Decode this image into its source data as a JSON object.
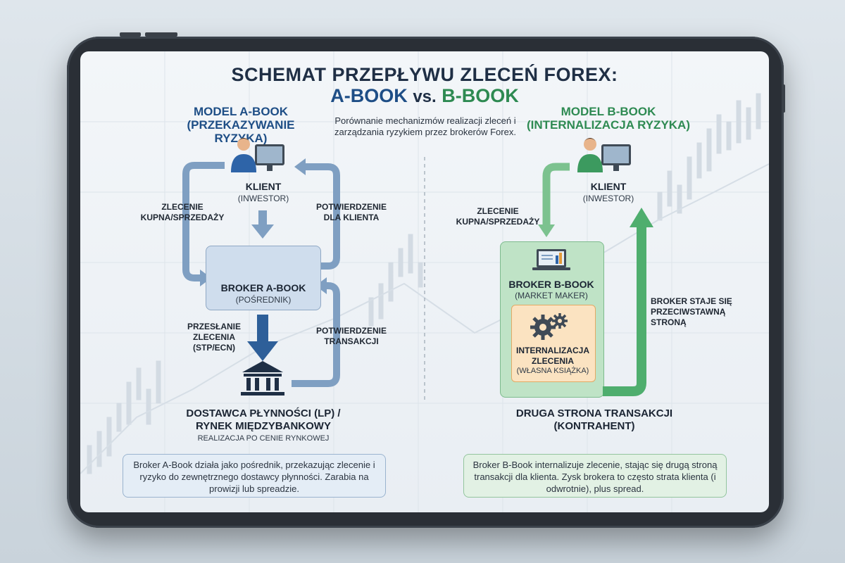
{
  "title": {
    "line1": "SCHEMAT PRZEPŁYWU ZLECEŃ FOREX:",
    "line2_a": "A-BOOK",
    "line2_vs": "vs.",
    "line2_b": "B-BOOK"
  },
  "subtitle": "Porównanie mechanizmów realizacji zleceń i zarządzania ryzykiem przez brokerów Forex.",
  "model_a": {
    "header": "MODEL A-BOOK",
    "header_sub": "(PRZEKAZYWANIE RYZYKA)",
    "client_title": "KLIENT",
    "client_sub": "(INWESTOR)",
    "label_order": "ZLECENIE KUPNA/SPRZEDAŻY",
    "label_confirm_client": "POTWIERDZENIE DLA KLIENTA",
    "broker_title": "BROKER A-BOOK",
    "broker_sub": "(POŚREDNIK)",
    "label_forward": "PRZESŁANIE ZLECENIA (STP/ECN)",
    "label_confirm_tx": "POTWIERDZENIE TRANSAKCJI",
    "lp_title_1": "DOSTAWCA PŁYNNOŚCI (LP) /",
    "lp_title_2": "RYNEK MIĘDZYBANKOWY",
    "lp_sub": "REALIZACJA PO CENIE RYNKOWEJ",
    "info": "Broker A-Book działa jako pośrednik, przekazując zlecenie i ryzyko do zewnętrznego dostawcy płynności. Zarabia na prowizji lub spreadzie.",
    "colors": {
      "accent": "#1e4e86",
      "box": "#cfdded",
      "arrow": "#7f9fc2"
    }
  },
  "model_b": {
    "header": "MODEL B-BOOK",
    "header_sub": "(INTERNALIZACJA RYZYKA)",
    "client_title": "KLIENT",
    "client_sub": "(INWESTOR)",
    "label_order": "ZLECENIE KUPNA/SPRZEDAŻY",
    "broker_title": "BROKER B-BOOK",
    "broker_sub": "(MARKET MAKER)",
    "intern_title": "INTERNALIZACJA ZLECENIA",
    "intern_sub": "(WŁASNA KSIĄŻKA)",
    "label_counter": "BROKER STAJE SIĘ PRZECIWSTAWNĄ STRONĄ",
    "other_side_1": "DRUGA STRONA TRANSAKCJI",
    "other_side_2": "(KONTRAHENT)",
    "info": "Broker B-Book internalizuje zlecenie, stając się drugą stroną transakcji dla klienta. Zysk brokera to często strata klienta (i odwrotnie), plus spread.",
    "colors": {
      "accent": "#2e8a52",
      "box": "#bfe3c6",
      "arrow": "#4fae6e",
      "internal": "#fbe3c1"
    }
  },
  "icons": [
    "person-at-computer-icon",
    "laptop-chart-icon",
    "bank-icon",
    "gears-icon"
  ]
}
